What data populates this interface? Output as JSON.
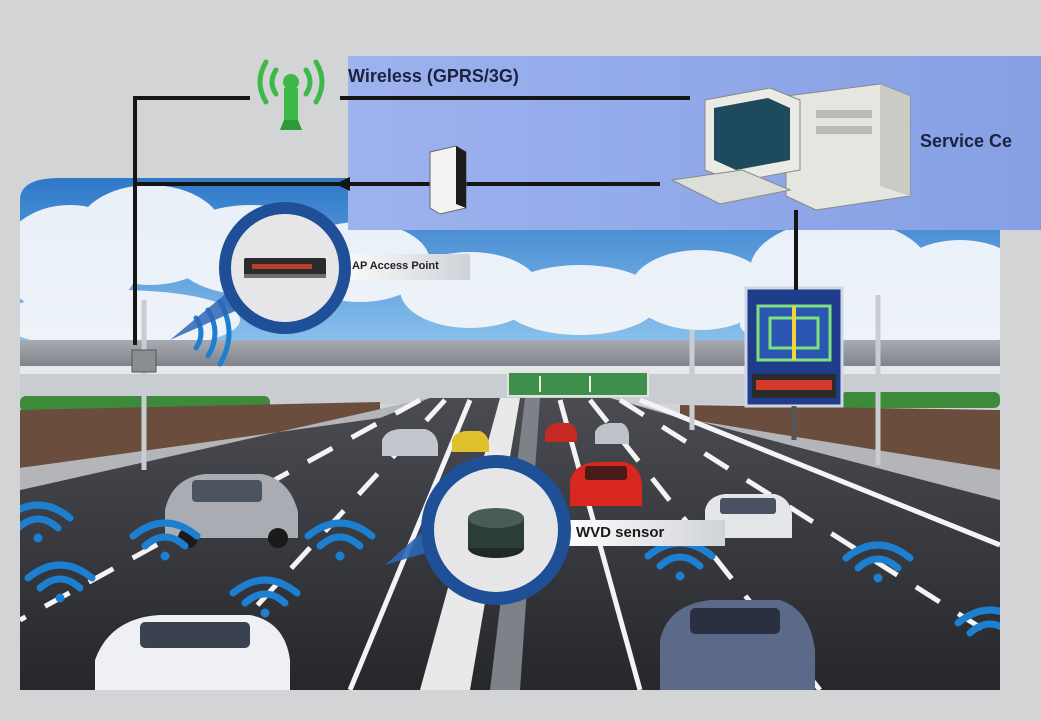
{
  "title": "",
  "labels": {
    "wireless": "Wireless (GPRS/3G)",
    "service_center": "Service Ce",
    "access_point": "AP Access Point",
    "sensor": "WVD sensor"
  },
  "colors": {
    "page_background": "#d3d4d6",
    "service_panel": "#8fa8e8",
    "sky": "#3d8fd6",
    "road": "#2b2c30",
    "lane_marking": "#f4f4f4",
    "wifi_signal": "#1d7fd0",
    "callout_circle": "#1f4f96",
    "antenna": "#3fb84a",
    "connection_line": "#151515"
  },
  "icons": [
    "antenna-icon",
    "computer-icon",
    "router-icon",
    "access-point-icon",
    "sensor-icon",
    "wifi-signal-icon",
    "sign-board-icon",
    "car-icon"
  ]
}
